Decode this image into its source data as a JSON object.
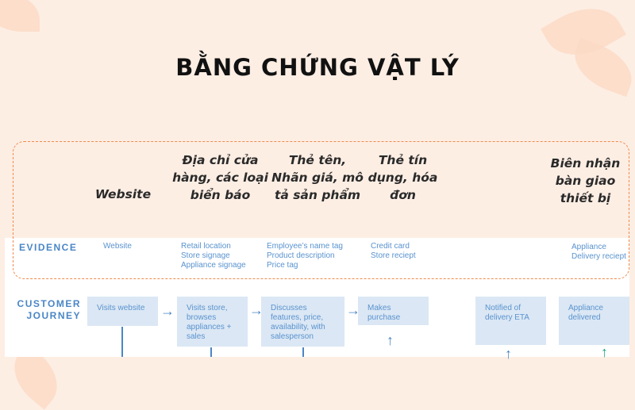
{
  "title": "BẰNG CHỨNG VẬT LÝ",
  "annotations": [
    "Website",
    "Địa chỉ cửa hàng, các loại biển báo",
    "Thẻ tên, Nhãn giá, mô tả sản phẩm",
    "Thẻ tín dụng, hóa đơn",
    "Biên nhận bàn giao thiết bị"
  ],
  "rows": {
    "evidence": "EVIDENCE",
    "journey_1": "CUSTOMER",
    "journey_2": "JOURNEY"
  },
  "evidence": [
    [
      "Website"
    ],
    [
      "Retail location",
      "Store signage",
      "Appliance signage"
    ],
    [
      "Employee’s name tag",
      "Product description",
      "Price tag"
    ],
    [
      "Credit card",
      "Store reciept"
    ],
    [
      "Appliance",
      "Delivery reciept"
    ]
  ],
  "journey": [
    "Visits website",
    "Visits store, browses appliances + sales",
    "Discusses features, price, availability, with salesperson",
    "Makes purchase",
    "Notified of delivery ETA",
    "Appliance delivered"
  ],
  "colors": {
    "accent": "#4a86c5",
    "dash": "#f08a4b",
    "box": "#dbe7f4",
    "background": "#fdeee4",
    "up_arrow_last": "#1aa58a"
  }
}
